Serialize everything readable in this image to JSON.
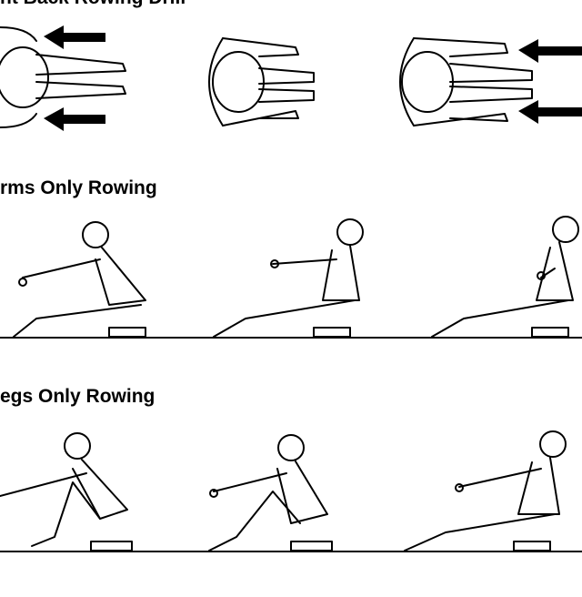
{
  "headings": {
    "top": "nt Back Rowing Drill",
    "arms": "rms Only Rowing",
    "legs": "egs Only Rowing"
  }
}
